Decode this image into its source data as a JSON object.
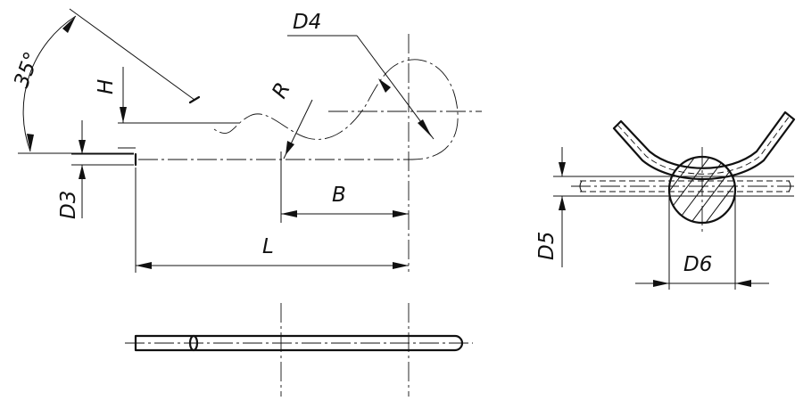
{
  "labels": {
    "angle": "35°",
    "h": "H",
    "r": "R",
    "d4": "D4",
    "d3": "D3",
    "b": "B",
    "l": "L",
    "d5": "D5",
    "d6": "D6"
  }
}
